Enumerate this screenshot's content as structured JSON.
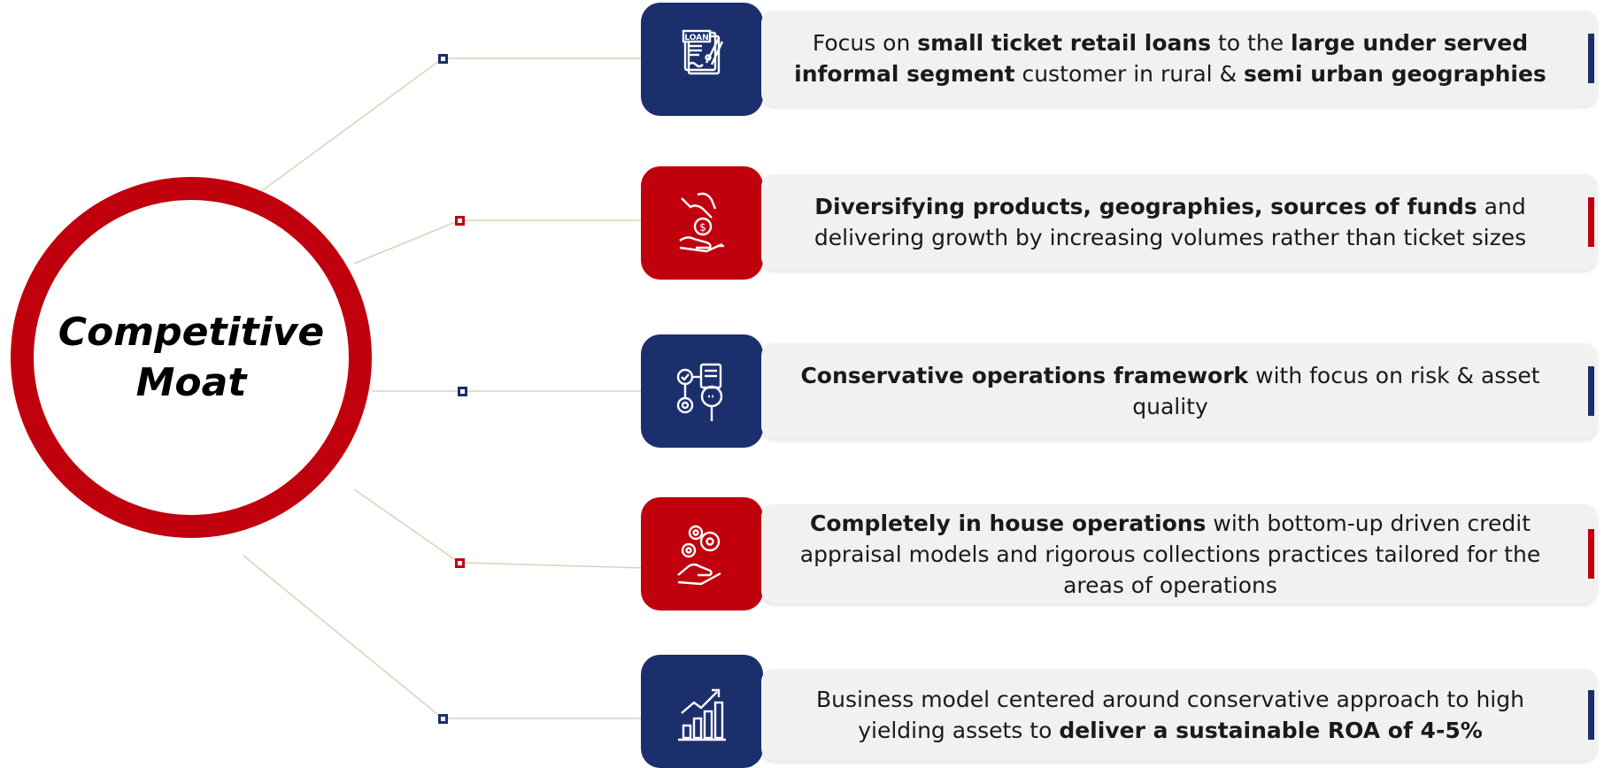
{
  "center": {
    "line1": "Competitive",
    "line2": "Moat"
  },
  "colors": {
    "red": "#c0000d",
    "navy": "#1c2f6d",
    "card": "#f1f1f1",
    "connector": "#d7d3b9"
  },
  "items": [
    {
      "icon": "loan-document-icon",
      "color": "navy",
      "segments": [
        {
          "t": "Focus on ",
          "b": false
        },
        {
          "t": "small ticket retail loans",
          "b": true
        },
        {
          "t": " to the ",
          "b": false
        },
        {
          "t": "large under served informal segment",
          "b": true
        },
        {
          "t": " customer in rural & ",
          "b": false
        },
        {
          "t": "semi urban geographies",
          "b": true
        }
      ]
    },
    {
      "icon": "hand-money-icon",
      "color": "red",
      "segments": [
        {
          "t": "Diversifying products, geographies, sources of funds",
          "b": true
        },
        {
          "t": " and delivering growth by increasing volumes rather than ticket sizes",
          "b": false
        }
      ]
    },
    {
      "icon": "risk-search-icon",
      "color": "navy",
      "segments": [
        {
          "t": "Conservative operations framework",
          "b": true
        },
        {
          "t": " with focus on risk & asset quality",
          "b": false
        }
      ]
    },
    {
      "icon": "gears-hand-icon",
      "color": "red",
      "segments": [
        {
          "t": "Completely in house operations",
          "b": true
        },
        {
          "t": " with bottom-up driven credit appraisal models and rigorous collections practices tailored for the areas of operations",
          "b": false
        }
      ]
    },
    {
      "icon": "growth-chart-icon",
      "color": "navy",
      "segments": [
        {
          "t": "Business model centered around conservative approach to high yielding assets to ",
          "b": false
        },
        {
          "t": "deliver a sustainable ROA of 4-5%",
          "b": true
        }
      ]
    }
  ]
}
